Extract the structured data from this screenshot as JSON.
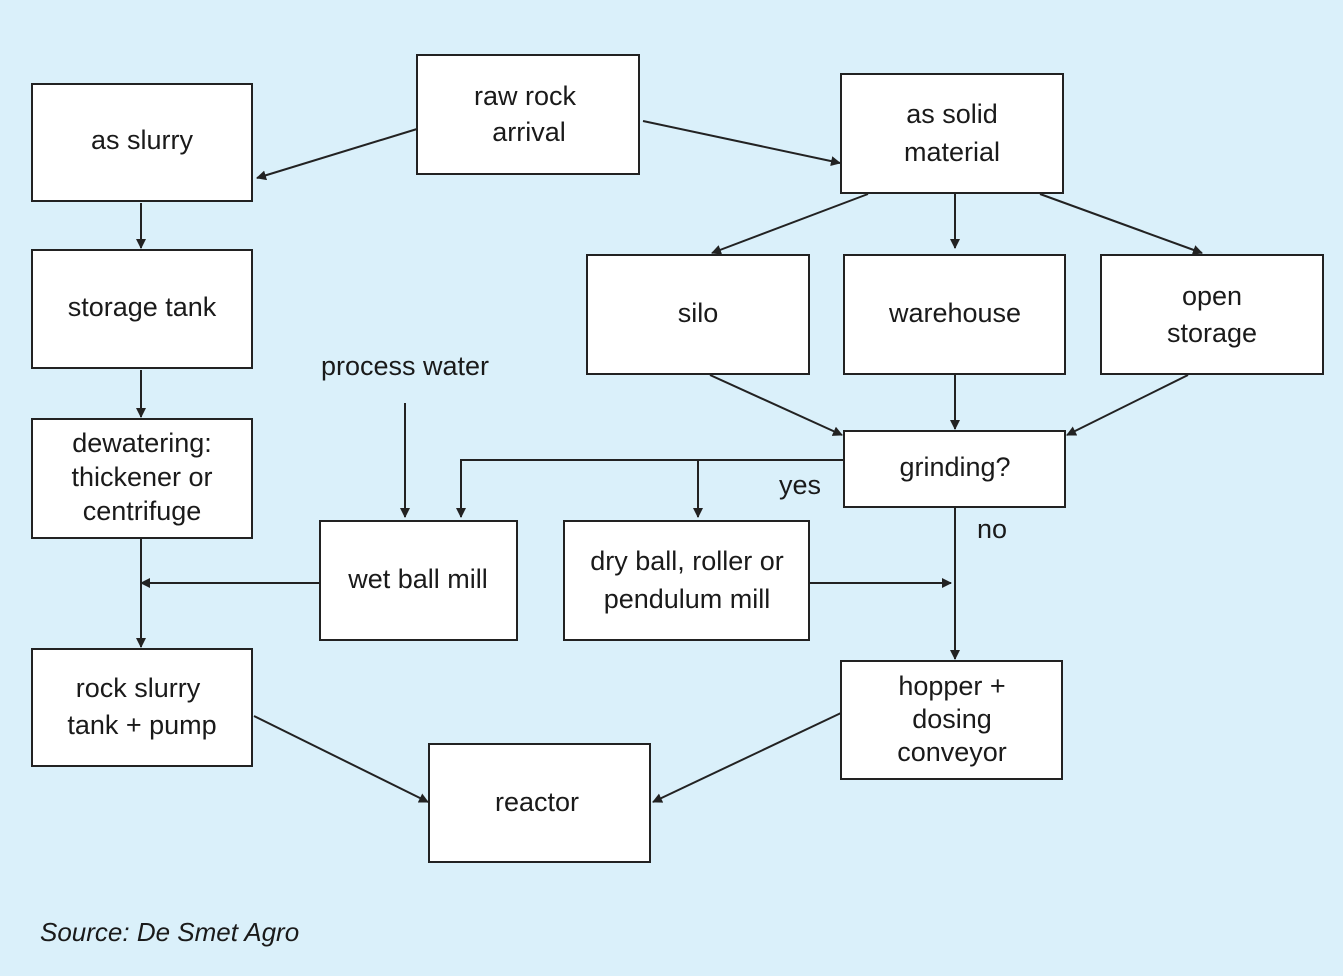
{
  "colors": {
    "background": "#daf0fa",
    "box_fill": "#ffffff",
    "stroke": "#222222",
    "text": "#1a1a1a"
  },
  "nodes": {
    "raw_rock": [
      "raw rock",
      "arrival"
    ],
    "as_slurry": [
      "as slurry"
    ],
    "as_solid": [
      "as solid",
      "material"
    ],
    "storage_tank": [
      "storage tank"
    ],
    "silo": [
      "silo"
    ],
    "warehouse": [
      "warehouse"
    ],
    "open_storage": [
      "open",
      "storage"
    ],
    "process_water": [
      "process water"
    ],
    "dewatering": [
      "dewatering:",
      "thickener or",
      "centrifuge"
    ],
    "grinding": [
      "grinding?"
    ],
    "wet_ball_mill": [
      "wet ball mill"
    ],
    "dry_mill": [
      "dry ball, roller or",
      "pendulum mill"
    ],
    "rock_slurry": [
      "rock slurry",
      "tank + pump"
    ],
    "hopper": [
      "hopper +",
      "dosing",
      "conveyor"
    ],
    "reactor": [
      "reactor"
    ]
  },
  "edge_labels": {
    "yes": "yes",
    "no": "no"
  },
  "source": "Source: De Smet Agro"
}
